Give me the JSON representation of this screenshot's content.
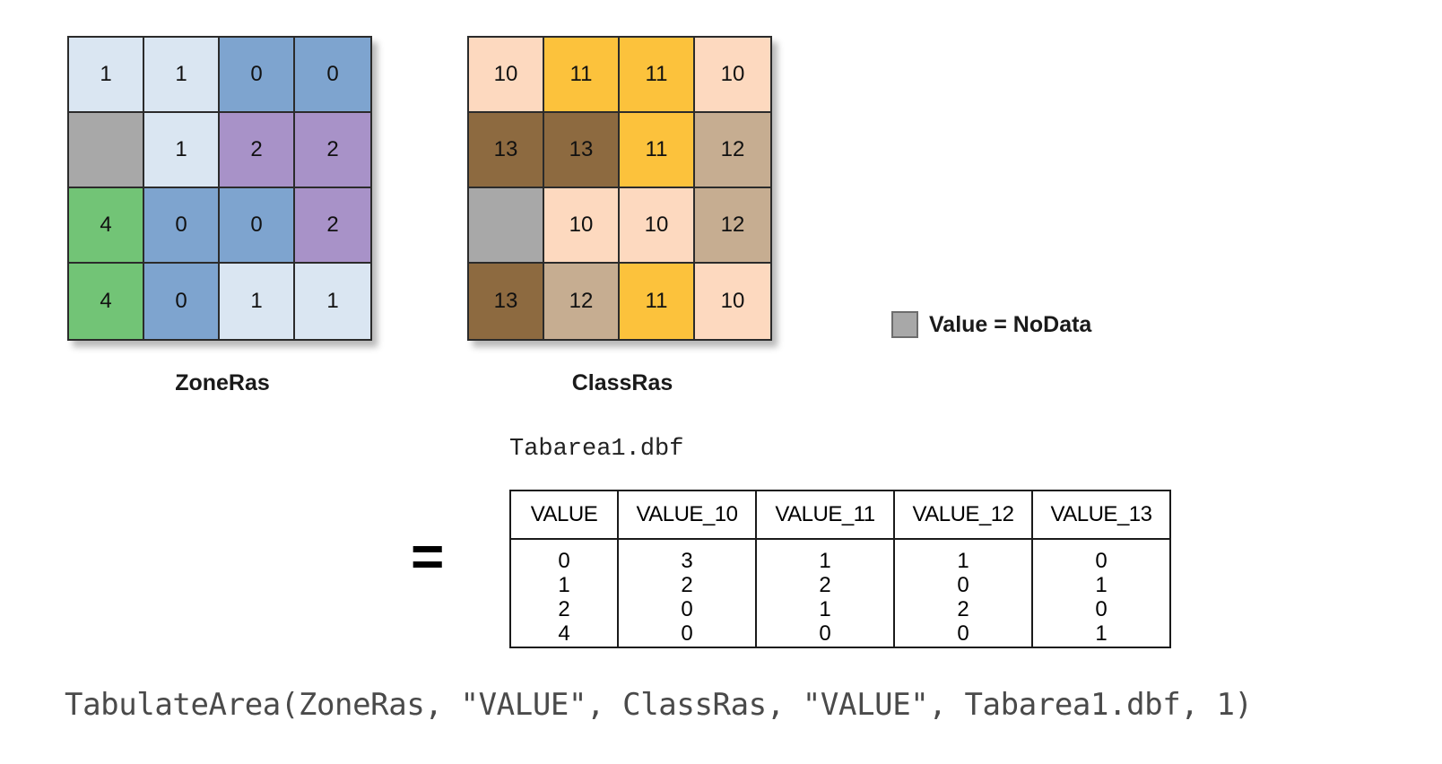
{
  "colors": {
    "0": "#7ea4cf",
    "1": "#dae6f2",
    "2": "#a892c8",
    "4": "#72c476",
    "10": "#fdd9bf",
    "11": "#fcc23c",
    "12": "#c6ad91",
    "13": "#8d6a40",
    "nodata": "#a8a8a8"
  },
  "zone_raster": {
    "label": "ZoneRas",
    "cells": [
      [
        "1",
        "1",
        "0",
        "0"
      ],
      [
        "",
        "1",
        "2",
        "2"
      ],
      [
        "4",
        "0",
        "0",
        "2"
      ],
      [
        "4",
        "0",
        "1",
        "1"
      ]
    ]
  },
  "class_raster": {
    "label": "ClassRas",
    "cells": [
      [
        "10",
        "11",
        "11",
        "10"
      ],
      [
        "13",
        "13",
        "11",
        "12"
      ],
      [
        "",
        "10",
        "10",
        "12"
      ],
      [
        "13",
        "12",
        "11",
        "10"
      ]
    ]
  },
  "legend": {
    "label": "Value = NoData"
  },
  "equals": "=",
  "table": {
    "title": "Tabarea1.dbf",
    "columns": [
      "VALUE",
      "VALUE_10",
      "VALUE_11",
      "VALUE_12",
      "VALUE_13"
    ],
    "rows": [
      [
        "0",
        "3",
        "1",
        "1",
        "0"
      ],
      [
        "1",
        "2",
        "2",
        "0",
        "1"
      ],
      [
        "2",
        "0",
        "1",
        "2",
        "0"
      ],
      [
        "4",
        "0",
        "0",
        "0",
        "1"
      ]
    ]
  },
  "command": "TabulateArea(ZoneRas, \"VALUE\", ClassRas, \"VALUE\", Tabarea1.dbf, 1)"
}
